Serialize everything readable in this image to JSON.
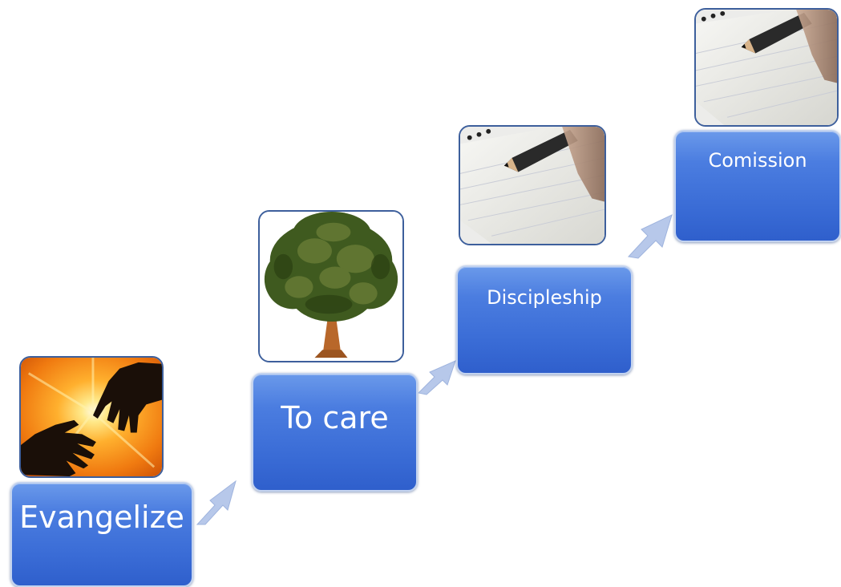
{
  "steps": [
    {
      "label": "Evangelize",
      "image_icon": "reaching-hands-icon"
    },
    {
      "label": "To care",
      "image_icon": "tree-icon"
    },
    {
      "label": "Discipleship",
      "image_icon": "pencil-writing-icon"
    },
    {
      "label": "Comission",
      "image_icon": "pencil-writing-icon"
    }
  ],
  "colors": {
    "box_fill": "#3a6cd6",
    "box_border": "#c3d3ef",
    "image_frame": "#3d5f9c",
    "arrow_fill": "#b7c8ea"
  }
}
